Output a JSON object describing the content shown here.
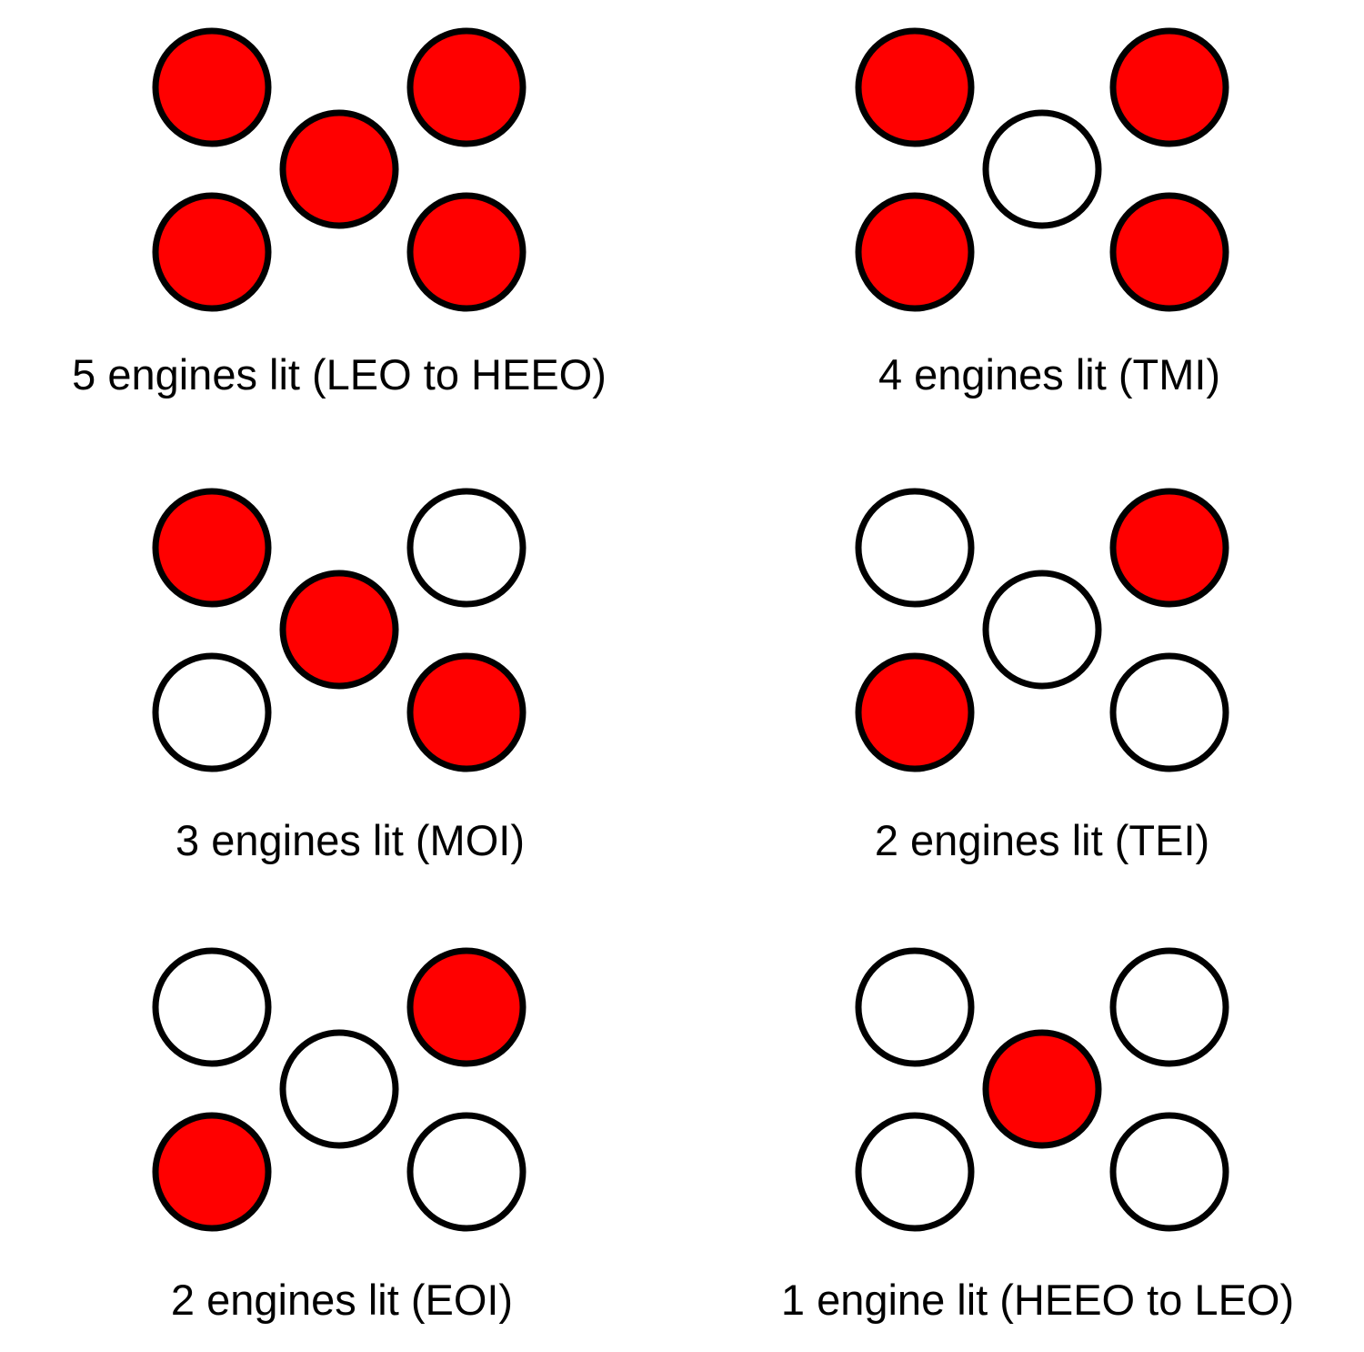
{
  "colors": {
    "lit": "#ff0000",
    "unlit": "#ffffff",
    "outline": "#000000"
  },
  "engine_positions": [
    "top-left",
    "top-right",
    "center",
    "bottom-left",
    "bottom-right"
  ],
  "configurations": [
    {
      "caption": "5 engines lit (LEO to HEEO)",
      "engines": {
        "top-left": true,
        "top-right": true,
        "center": true,
        "bottom-left": true,
        "bottom-right": true
      }
    },
    {
      "caption": "4 engines lit (TMI)",
      "engines": {
        "top-left": true,
        "top-right": true,
        "center": false,
        "bottom-left": true,
        "bottom-right": true
      }
    },
    {
      "caption": "3 engines lit (MOI)",
      "engines": {
        "top-left": true,
        "top-right": false,
        "center": true,
        "bottom-left": false,
        "bottom-right": true
      }
    },
    {
      "caption": "2 engines lit (TEI)",
      "engines": {
        "top-left": false,
        "top-right": true,
        "center": false,
        "bottom-left": true,
        "bottom-right": false
      }
    },
    {
      "caption": "2 engines lit (EOI)",
      "engines": {
        "top-left": false,
        "top-right": true,
        "center": false,
        "bottom-left": true,
        "bottom-right": false
      }
    },
    {
      "caption": "1 engine lit (HEEO to LEO)",
      "engines": {
        "top-left": false,
        "top-right": false,
        "center": true,
        "bottom-left": false,
        "bottom-right": false
      }
    }
  ]
}
